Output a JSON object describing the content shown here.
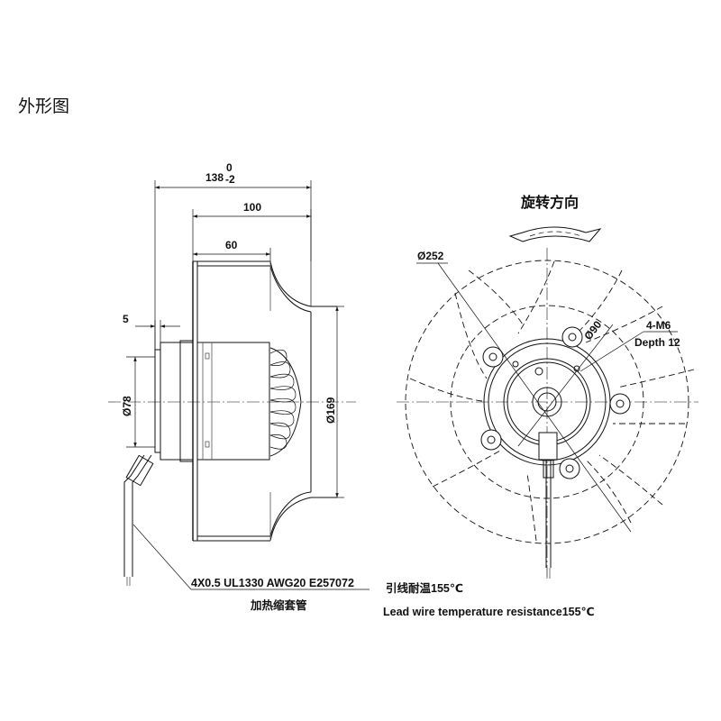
{
  "title": "外形图",
  "dimensions": {
    "overall_length_main": "138",
    "overall_length_tol_upper": "0",
    "overall_length_tol_lower": "-2",
    "impeller_depth": "100",
    "inlet_depth": "60",
    "flange_thickness": "5",
    "hub_diameter": "Ø78",
    "inlet_diameter": "Ø169",
    "impeller_diameter": "Ø252",
    "bolt_circle": "Ø90",
    "mount_holes": "4-M6",
    "mount_depth": "Depth 12"
  },
  "rotation": {
    "label": "旋转方向"
  },
  "cable": {
    "spec": "4X0.5 UL1330 AWG20  E257072",
    "sleeve": "加热缩套管",
    "temp_cn": "引线耐温155℃",
    "temp_en": "Lead wire temperature resistance155℃"
  }
}
